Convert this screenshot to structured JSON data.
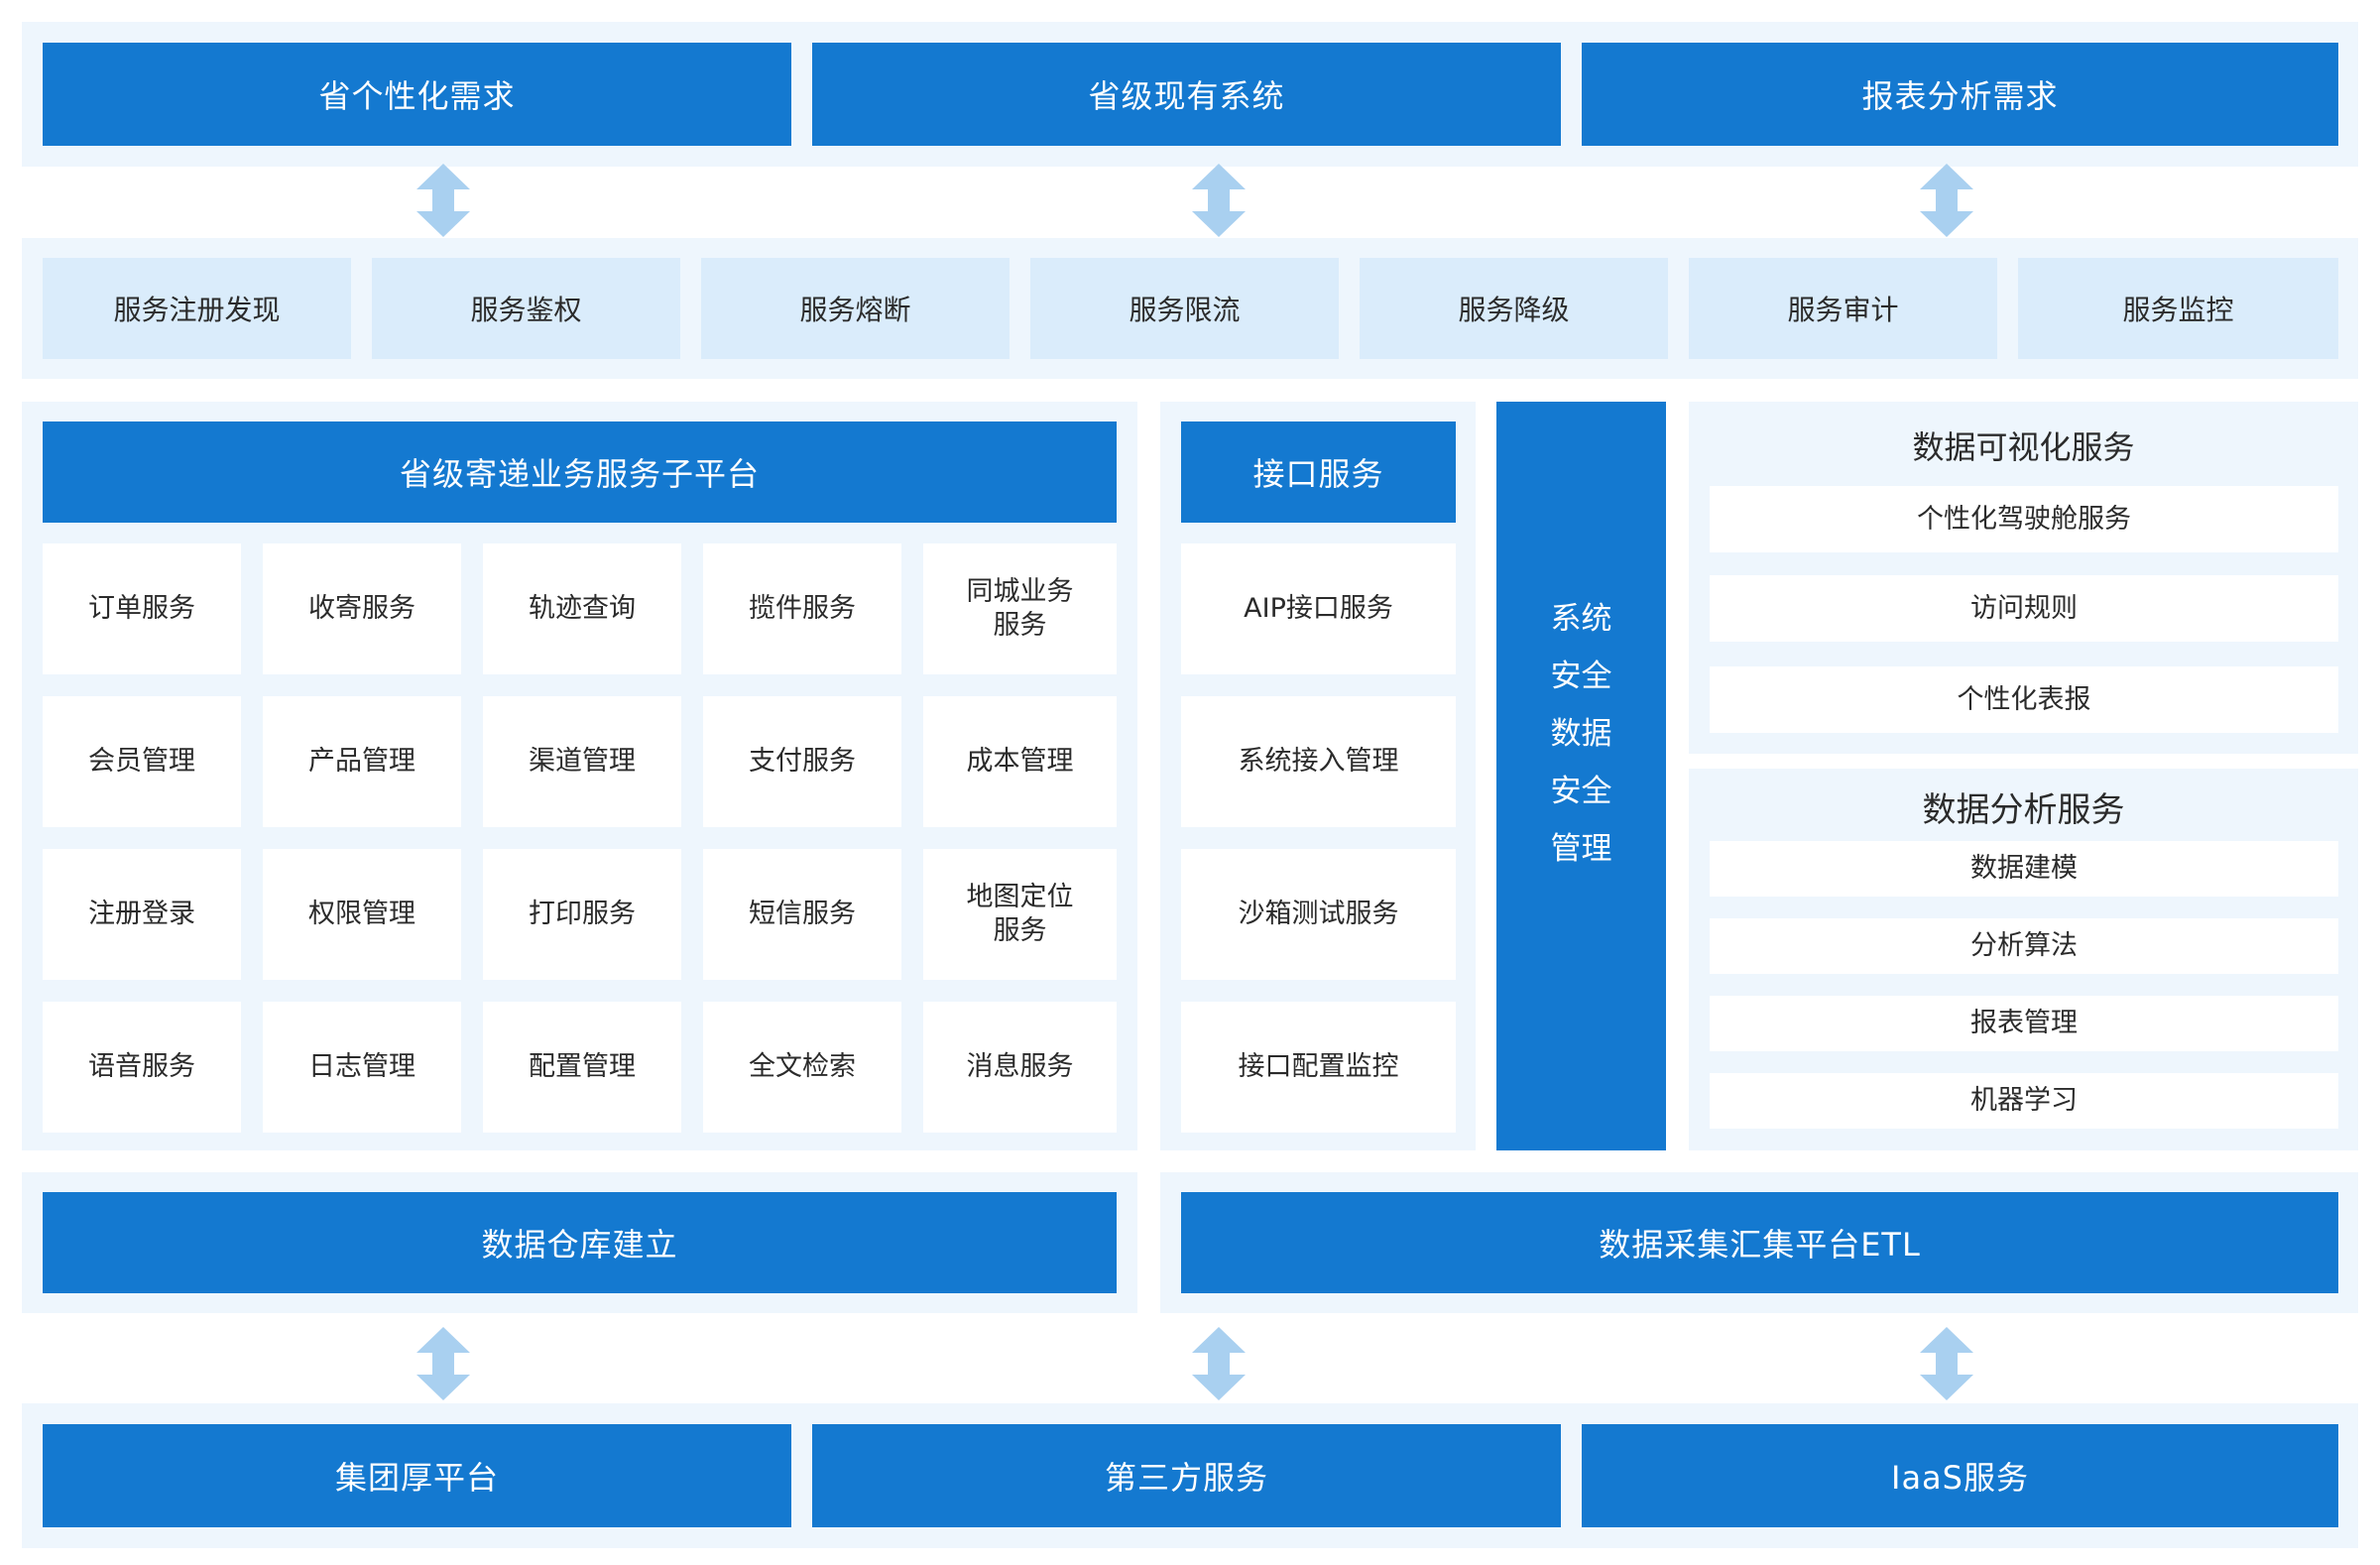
{
  "top_requirements": [
    "省个性化需求",
    "省级现有系统",
    "报表分析需求"
  ],
  "governance": [
    "服务注册发现",
    "服务鉴权",
    "服务熔断",
    "服务限流",
    "服务降级",
    "服务审计",
    "服务监控"
  ],
  "platform": {
    "title": "省级寄递业务服务子平台",
    "services": [
      [
        "订单服务",
        "收寄服务",
        "轨迹查询",
        "揽件服务",
        "同城业务\n服务"
      ],
      [
        "会员管理",
        "产品管理",
        "渠道管理",
        "支付服务",
        "成本管理"
      ],
      [
        "注册登录",
        "权限管理",
        "打印服务",
        "短信服务",
        "地图定位\n服务"
      ],
      [
        "语音服务",
        "日志管理",
        "配置管理",
        "全文检索",
        "消息服务"
      ]
    ]
  },
  "interface": {
    "title": "接口服务",
    "items": [
      "AIP接口服务",
      "系统接入管理",
      "沙箱测试服务",
      "接口配置监控"
    ]
  },
  "security": {
    "lines": [
      "系统",
      "安全",
      "数据",
      "安全",
      "管理"
    ]
  },
  "visualization": {
    "title": "数据可视化服务",
    "items": [
      "个性化驾驶舱服务",
      "访问规则",
      "个性化表报"
    ]
  },
  "analysis": {
    "title": "数据分析服务",
    "items": [
      "数据建模",
      "分析算法",
      "报表管理",
      "机器学习"
    ]
  },
  "data_layer": {
    "warehouse": "数据仓库建立",
    "etl": "数据采集汇集平台ETL"
  },
  "bottom_platforms": [
    "集团厚平台",
    "第三方服务",
    "IaaS服务"
  ],
  "colors": {
    "primary_blue": "#1479d0",
    "light_blue": "#daecfb",
    "panel_bg": "#eef6fd",
    "arrow": "#a9d0f0"
  }
}
